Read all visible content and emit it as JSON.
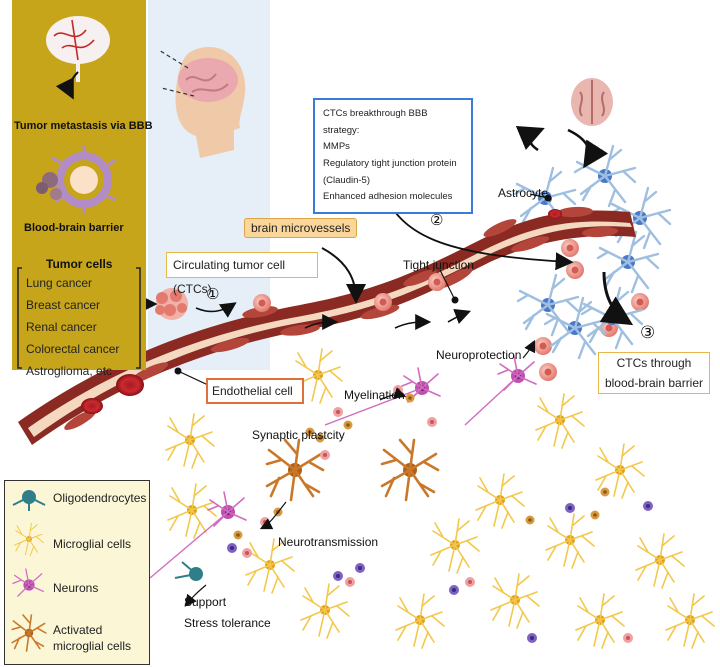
{
  "left_panel": {
    "metastasis_label": "Tumor metastasis via BBB",
    "bbb_label": "Blood-brain barrier",
    "tumor_cells_title": "Tumor cells",
    "tumor_cells": [
      "Lung cancer",
      "Breast cancer",
      "Renal cancer",
      "Colorectal cancer",
      "Astroglioma, etc"
    ]
  },
  "labels": {
    "ctc": "Circulating tumor cell (CTCs)",
    "brain_microvessels": "brain microvessels",
    "tight_junction": "Tight junction",
    "astrocyte": "Astrocyte",
    "endothelial": "Endothelial cell",
    "ctcs_through": "CTCs through\nblood-brain barrier",
    "neuroprotection": "Neuroprotection",
    "myelination": "Myelination",
    "synaptic": "Synaptic plastcity",
    "neurotransmission": "Neurotransmission",
    "support": "Support",
    "stress": "Stress tolerance",
    "step1": "①",
    "step2": "②",
    "step3": "③"
  },
  "strategy_box": {
    "lines": [
      "CTCs breakthrough BBB strategy:",
      "MMPs",
      "Regulatory tight junction protein",
      "(Claudin-5)",
      "Enhanced adhesion molecules"
    ]
  },
  "legend": {
    "items": [
      "Oligodendrocytes",
      "Microglial cells",
      "Neurons",
      "Activated microglial cells"
    ]
  },
  "colors": {
    "panel": "#c6a51a",
    "vessel_wall": "#8a2a22",
    "vessel_lumen": "#f4d8c0",
    "astrocyte": "#9fbfe0",
    "microglia": "#f3c84a",
    "activated_microglia": "#c9782a",
    "neuron": "#d06cc0",
    "tumor_cell": "#e98a80"
  }
}
